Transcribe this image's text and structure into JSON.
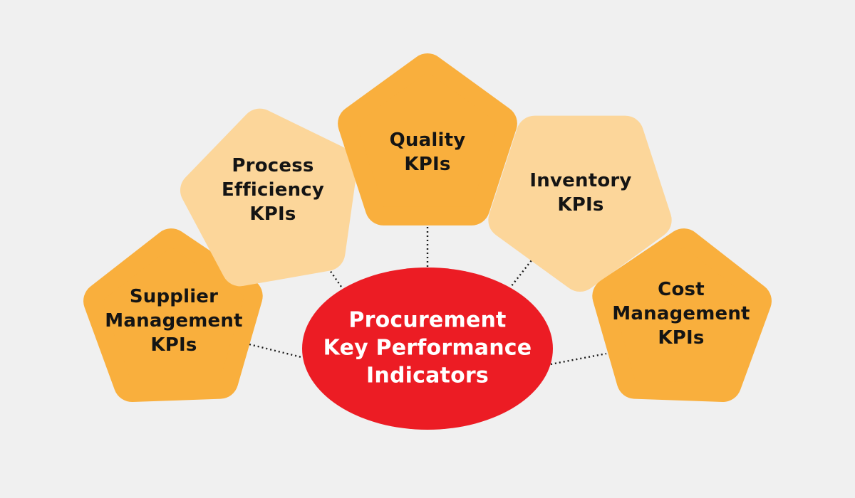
{
  "diagram": {
    "title": "Procurement Key Performance Indicators",
    "center": {
      "id": "procurement-kpis",
      "label": "Procurement\nKey Performance\nIndicators",
      "shape": "ellipse"
    },
    "nodes": [
      {
        "id": "supplier-management-kpis",
        "label": "Supplier\nManagement\nKPIs",
        "shape": "pentagon",
        "tone": "orange",
        "position": "bottom-left"
      },
      {
        "id": "process-efficiency-kpis",
        "label": "Process\nEfficiency\nKPIs",
        "shape": "pentagon",
        "tone": "light-orange",
        "position": "upper-left"
      },
      {
        "id": "quality-kpis",
        "label": "Quality\nKPIs",
        "shape": "pentagon",
        "tone": "orange",
        "position": "top-center"
      },
      {
        "id": "inventory-kpis",
        "label": "Inventory\nKPIs",
        "shape": "pentagon",
        "tone": "light-orange",
        "position": "upper-right"
      },
      {
        "id": "cost-management-kpis",
        "label": "Cost\nManagement\nKPIs",
        "shape": "pentagon",
        "tone": "orange",
        "position": "bottom-right"
      }
    ],
    "connectors": [
      {
        "from": "supplier-management-kpis",
        "to": "procurement-kpis",
        "style": "dotted"
      },
      {
        "from": "process-efficiency-kpis",
        "to": "procurement-kpis",
        "style": "dotted"
      },
      {
        "from": "quality-kpis",
        "to": "procurement-kpis",
        "style": "dotted"
      },
      {
        "from": "inventory-kpis",
        "to": "procurement-kpis",
        "style": "dotted"
      },
      {
        "from": "cost-management-kpis",
        "to": "procurement-kpis",
        "style": "dotted"
      }
    ]
  },
  "colors": {
    "background": "#F0F0F0",
    "orange": "#F9AF3D",
    "light_orange": "#FCD69A",
    "red": "#EC1C24",
    "text_dark": "#141414",
    "text_light": "#FFFFFF",
    "connector": "#1A1A1A"
  }
}
